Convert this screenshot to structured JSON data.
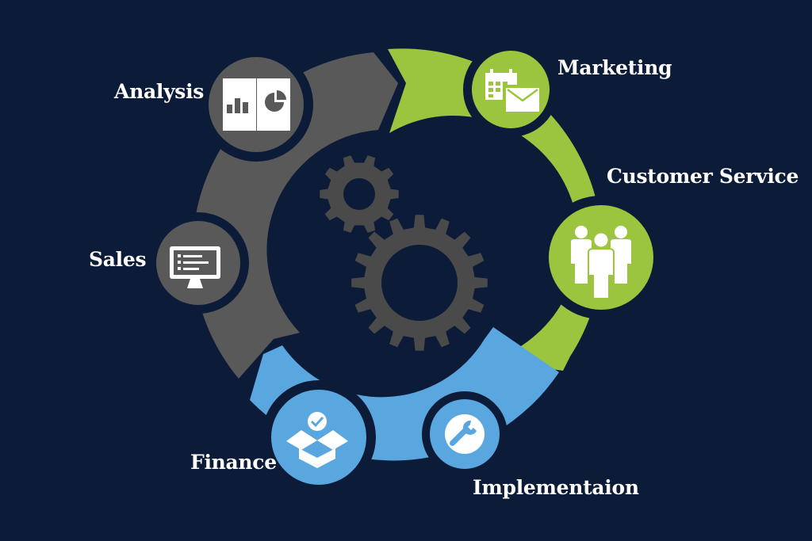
{
  "colors": {
    "background": "#0c1b38",
    "analysis_sales": "#595959",
    "marketing_service": "#9bc53f",
    "finance_implementation": "#5aa7e0",
    "gear": "#4a4a4a",
    "icon": "#ffffff"
  },
  "segments": [
    {
      "id": "gray",
      "color_key": "analysis_sales"
    },
    {
      "id": "green",
      "color_key": "marketing_service"
    },
    {
      "id": "blue",
      "color_key": "finance_implementation"
    }
  ],
  "nodes": {
    "analysis": {
      "label": "Analysis",
      "icon": "report-chart-icon"
    },
    "sales": {
      "label": "Sales",
      "icon": "monitor-list-icon"
    },
    "marketing": {
      "label": "Marketing",
      "icon": "calendar-mail-icon"
    },
    "customer_service": {
      "label": "Customer Service",
      "icon": "people-group-icon"
    },
    "finance": {
      "label": "Finance",
      "icon": "box-check-icon"
    },
    "implementation": {
      "label": "Implementaion",
      "icon": "wrench-icon"
    }
  },
  "center": {
    "icon": "gears-icon"
  }
}
